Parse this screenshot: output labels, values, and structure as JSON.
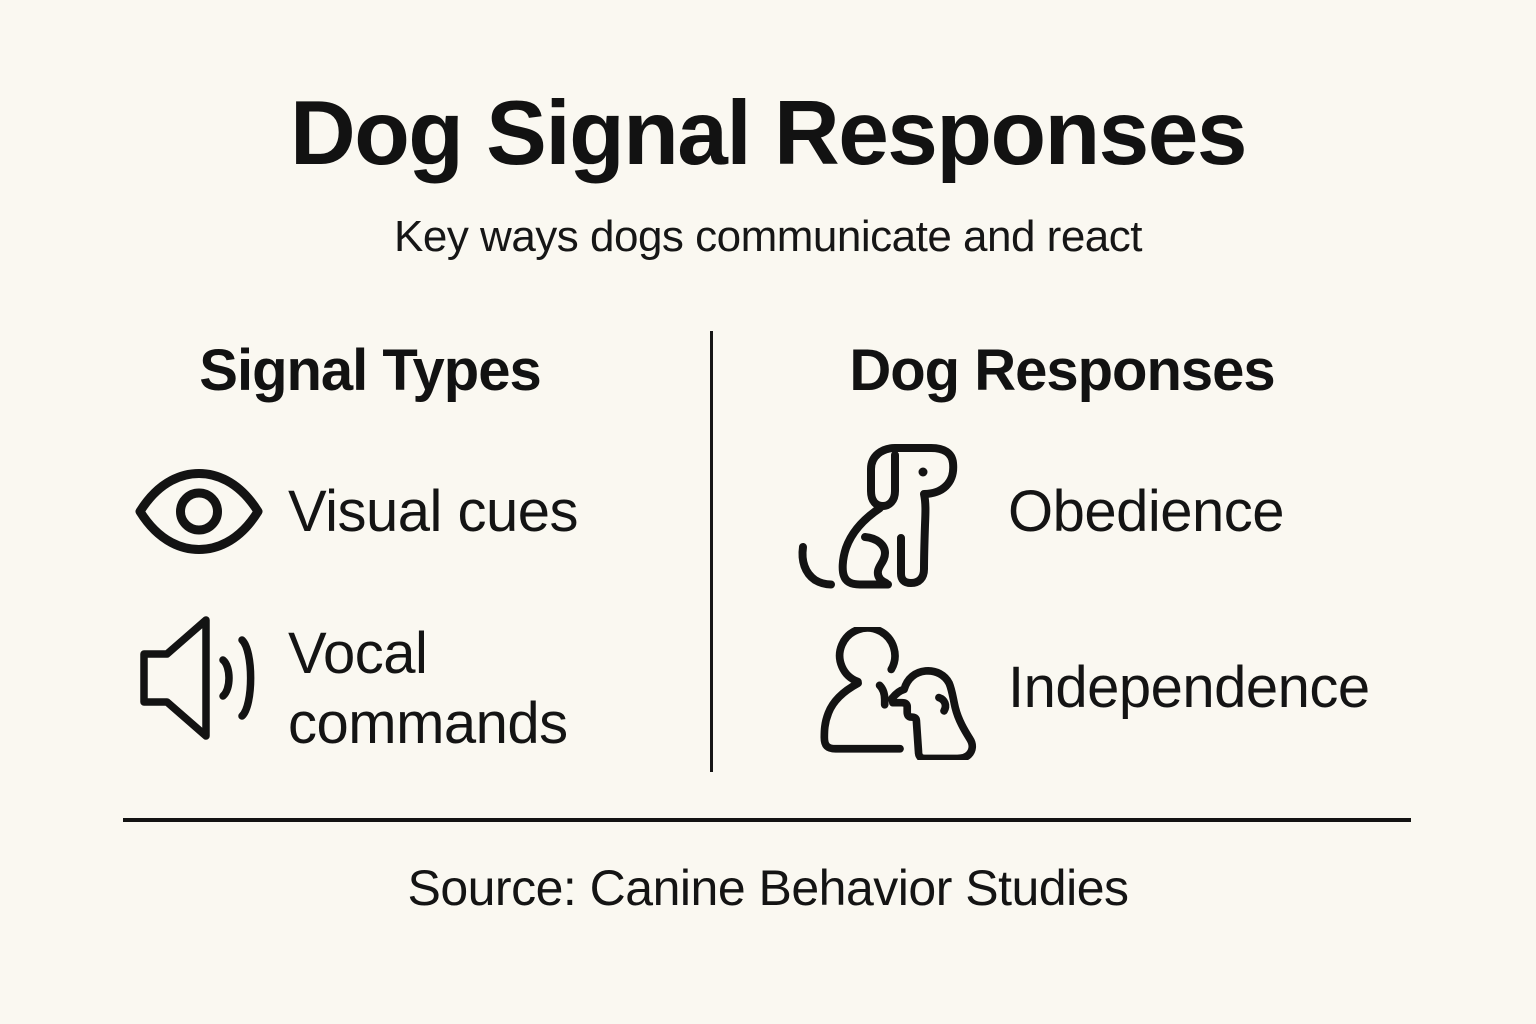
{
  "page": {
    "title": "Dog Signal Responses",
    "subtitle": "Key ways dogs communicate and react",
    "source": "Source: Canine Behavior Studies"
  },
  "columns": {
    "left": {
      "header": "Signal Types",
      "items": [
        {
          "icon": "eye-icon",
          "label": "Visual cues"
        },
        {
          "icon": "speaker-icon",
          "label": "Vocal commands"
        }
      ]
    },
    "right": {
      "header": "Dog Responses",
      "items": [
        {
          "icon": "sitting-dog-icon",
          "label": "Obedience"
        },
        {
          "icon": "person-with-dog-icon",
          "label": "Independence"
        }
      ]
    }
  },
  "colors": {
    "background": "#FAF8F1",
    "ink": "#141414"
  }
}
